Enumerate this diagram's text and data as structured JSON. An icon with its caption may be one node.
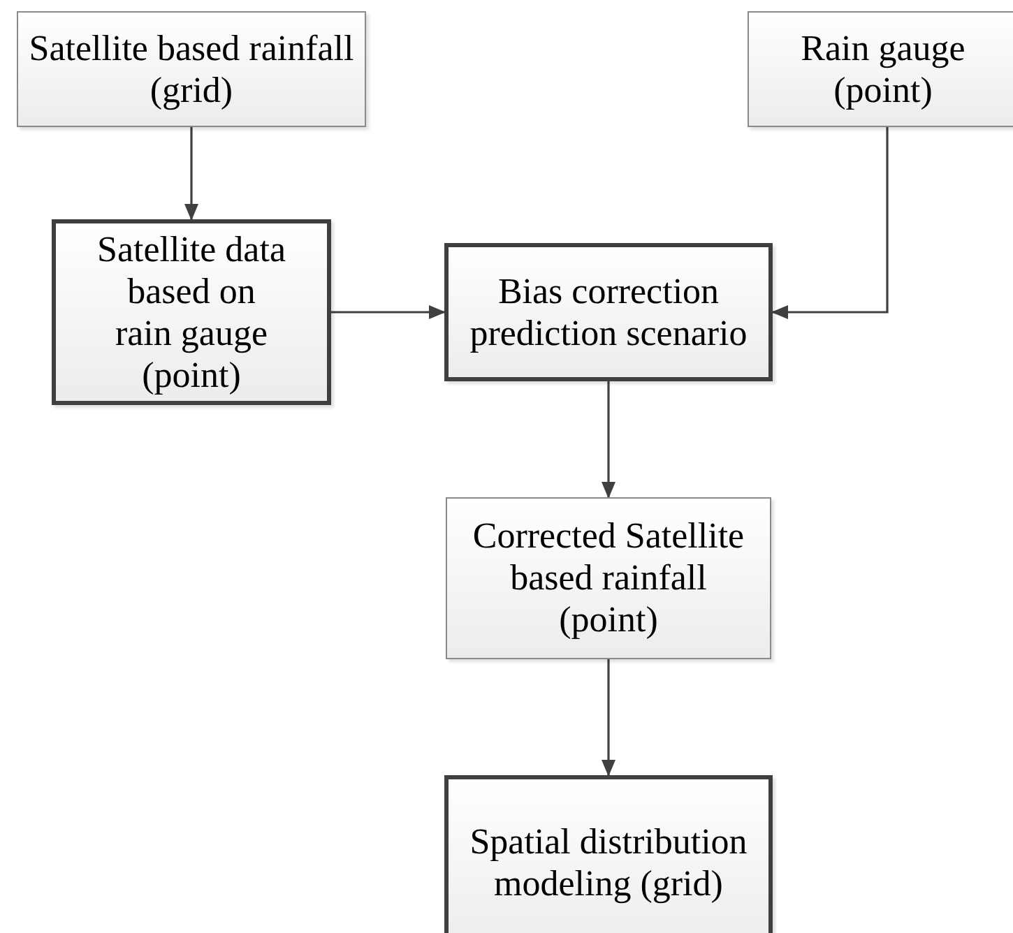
{
  "diagram": {
    "nodes": [
      {
        "text": [
          "Satellite based rainfall (grid)"
        ]
      },
      {
        "text": [
          "Rain gauge (point)"
        ]
      },
      {
        "text": [
          "Satellite data based on rain gauge (point)"
        ]
      },
      {
        "text": [
          "Bias correction prediction scenario"
        ]
      },
      {
        "text": [
          "Corrected Satellite based rainfall (point)"
        ]
      },
      {
        "text": [
          "Spatial distribution modeling (grid)"
        ]
      }
    ],
    "edges": [
      {
        "from": 0,
        "to": 2,
        "arrow": "to"
      },
      {
        "from": 2,
        "to": 3,
        "arrow": "to"
      },
      {
        "from": 1,
        "to": 3,
        "arrow": "to"
      },
      {
        "from": 3,
        "to": 4,
        "arrow": "to"
      },
      {
        "from": 4,
        "to": 5,
        "arrow": "to"
      }
    ]
  }
}
